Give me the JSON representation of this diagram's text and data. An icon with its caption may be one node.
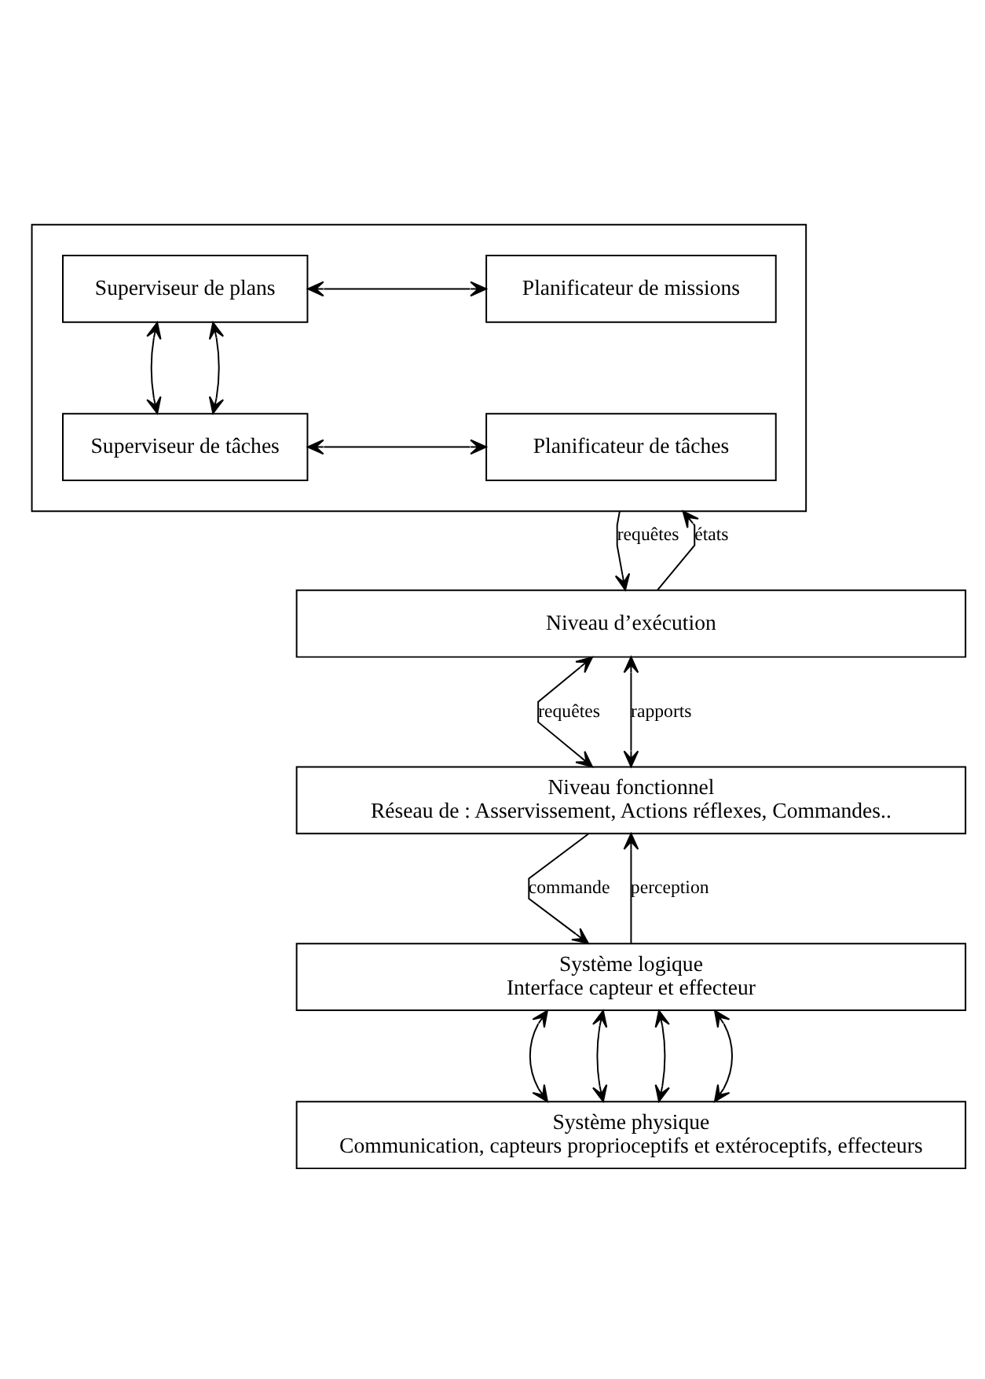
{
  "diagram": {
    "nodes": [
      {
        "text": [],
        "shape": "box"
      },
      {
        "text": [
          "Superviseur de plans"
        ],
        "in": 0
      },
      {
        "text": [
          "Planificateur de missions"
        ],
        "in": 0
      },
      {
        "text": [
          "Superviseur de tâches"
        ],
        "in": 0
      },
      {
        "text": [
          "Planificateur de tâches"
        ],
        "in": 0
      },
      {
        "text": [
          "Niveau d’exécution"
        ]
      },
      {
        "text": [
          "Niveau fonctionnel",
          "Réseau de : Asservissement, Actions réflexes, Commandes.."
        ]
      },
      {
        "text": [
          "Système logique",
          "Interface capteur et effecteur"
        ]
      },
      {
        "text": [
          "Système physique",
          "Communication, capteurs proprioceptifs et extéroceptifs, effecteurs"
        ]
      }
    ],
    "edges": [
      {
        "from": 1,
        "to": 2,
        "arrow": "both"
      },
      {
        "from": 1,
        "to": 3,
        "arrow": "both"
      },
      {
        "from": 1,
        "to": 3,
        "arrow": "both"
      },
      {
        "from": 3,
        "to": 4,
        "arrow": "both"
      },
      {
        "from": 0,
        "to": 5,
        "arrow": "to",
        "label": "requêtes"
      },
      {
        "from": 5,
        "to": 0,
        "arrow": "to",
        "label": "états"
      },
      {
        "from": 5,
        "to": 6,
        "arrow": "both",
        "label": "requêtes"
      },
      {
        "from": 5,
        "to": 6,
        "arrow": "both",
        "label": "rapports"
      },
      {
        "from": 7,
        "to": 6,
        "arrow": "to",
        "label": "perception"
      },
      {
        "from": 6,
        "to": 7,
        "arrow": "to",
        "label": "commande"
      },
      {
        "from": 7,
        "to": 8,
        "arrow": "both"
      },
      {
        "from": 7,
        "to": 8,
        "arrow": "both"
      },
      {
        "from": 7,
        "to": 8,
        "arrow": "both"
      },
      {
        "from": 7,
        "to": 8,
        "arrow": "both"
      }
    ]
  }
}
